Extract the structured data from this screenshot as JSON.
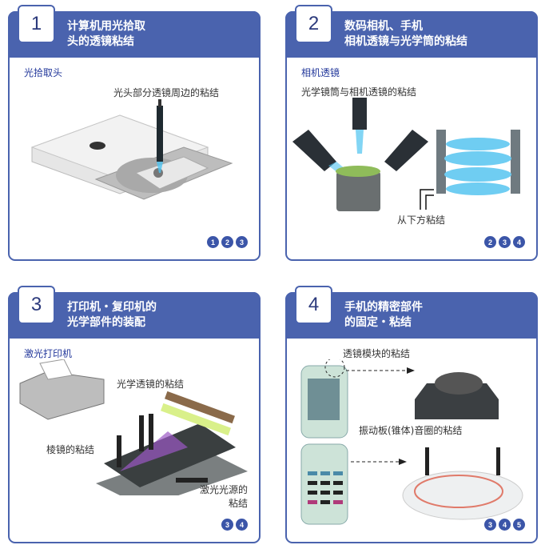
{
  "colors": {
    "brand_blue": "#4a63ae",
    "subtitle_blue": "#23389b",
    "ref_dot": "#3b55a8"
  },
  "cards": [
    {
      "number": "1",
      "title": "计算机用光拾取\n头的透镜粘结",
      "subtitle": "光拾取头",
      "labels": [
        "光头部分透镜周边的粘结"
      ],
      "refs": [
        "1",
        "2",
        "3"
      ]
    },
    {
      "number": "2",
      "title": "数码相机、手机\n相机透镜与光学筒的粘结",
      "subtitle": "相机透镜",
      "labels": [
        "光学镜筒与相机透镜的粘结",
        "从下方粘结"
      ],
      "refs": [
        "2",
        "3",
        "4"
      ]
    },
    {
      "number": "3",
      "title": "打印机・复印机的\n光学部件的装配",
      "subtitle": "激光打印机",
      "labels": [
        "光学透镜的粘结",
        "棱镜的粘结",
        "激光光源的\n粘结"
      ],
      "refs": [
        "3",
        "4"
      ]
    },
    {
      "number": "4",
      "title": "手机的精密部件\n的固定・粘结",
      "subtitle": "",
      "labels": [
        "透镜模块的粘结",
        "振动板(锥体)音圈的粘结"
      ],
      "refs": [
        "3",
        "4",
        "5"
      ]
    }
  ]
}
